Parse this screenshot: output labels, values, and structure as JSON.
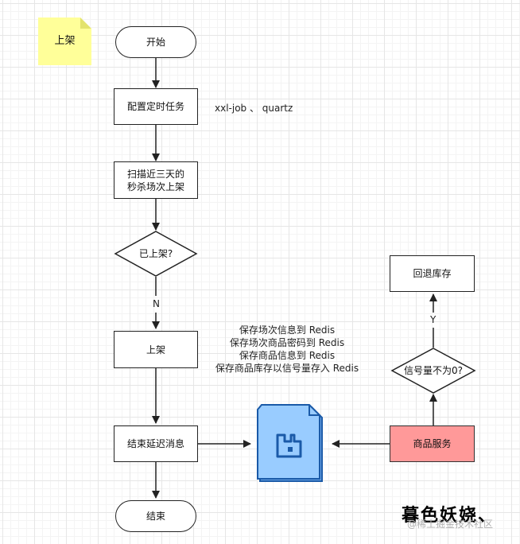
{
  "note": {
    "text": "上架",
    "color": "#ffff99"
  },
  "nodes": {
    "start": "开始",
    "config": "配置定时任务",
    "scan_line1": "扫描近三天的",
    "scan_line2": "秒杀场次上架",
    "decision_listed": "已上架?",
    "publish": "上架",
    "end_delay": "结束延迟消息",
    "end": "结束",
    "restore_stock": "回退库存",
    "decision_signal": "信号量不为0?",
    "product_service": "商品服务"
  },
  "labels": {
    "schedulers": "xxl-job 、 quartz",
    "edge_no": "N",
    "edge_yes": "Y"
  },
  "redis_notes": [
    "保存场次信息到 Redis",
    "保存场次商品密码到 Redis",
    "保存商品信息到 Redis",
    "保存商品库存以信号量存入 Redis"
  ],
  "queue_icon": "message-queue-icon",
  "colors": {
    "service_fill": "#ff9999",
    "queue_fill": "#99ccff",
    "queue_stroke": "#1a5aa8"
  },
  "watermark": {
    "signature": "暮色妖娆、",
    "site": "@稀土掘金技术社区"
  }
}
